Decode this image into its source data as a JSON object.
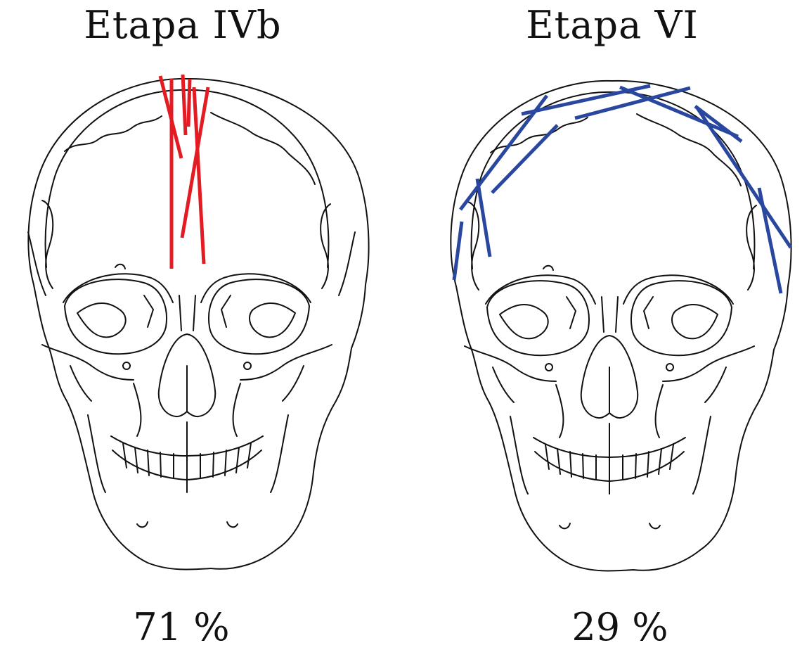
{
  "panels": [
    {
      "title": "Etapa IVb",
      "percentage": "71 %",
      "fracture_color": "#e31b23"
    },
    {
      "title": "Etapa VI",
      "percentage": "29 %",
      "fracture_color": "#2a47a0"
    }
  ]
}
